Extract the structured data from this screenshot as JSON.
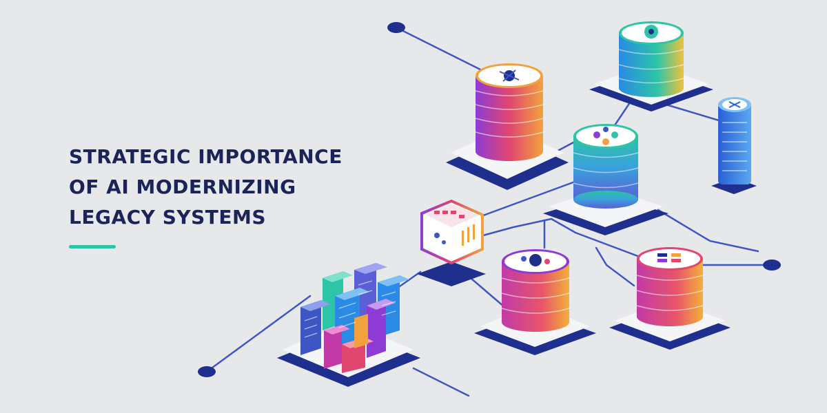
{
  "headline": {
    "line1": "STRATEGIC IMPORTANCE",
    "line2": "OF AI MODERNIZING",
    "line3": "LEGACY SYSTEMS"
  },
  "colors": {
    "background": "#e7e8ea",
    "heading": "#1b2359",
    "accent_line": "#2ec4a6",
    "network_line": "#3e56c4",
    "platform": "#1f2f8e",
    "warm_gradient": [
      "#8e3bd6",
      "#e0466f",
      "#f2a23c"
    ],
    "cool_gradient": [
      "#2a8ae6",
      "#2ec4a6",
      "#f0c23a"
    ]
  },
  "illustration": {
    "database_stacks": [
      {
        "name": "database-top-left",
        "gradient": "warm",
        "icon": "network-hub-icon"
      },
      {
        "name": "database-top-right",
        "gradient": "cool",
        "icon": "settings-gear-icon"
      },
      {
        "name": "database-center",
        "gradient": "cool",
        "icon": "workflow-icon"
      },
      {
        "name": "database-bottom-center",
        "gradient": "warm",
        "icon": "network-hub-icon"
      },
      {
        "name": "database-bottom-right",
        "gradient": "warm",
        "icon": "document-list-icon"
      }
    ],
    "extra_nodes": [
      "server-column",
      "data-cube",
      "city-blocks"
    ]
  }
}
